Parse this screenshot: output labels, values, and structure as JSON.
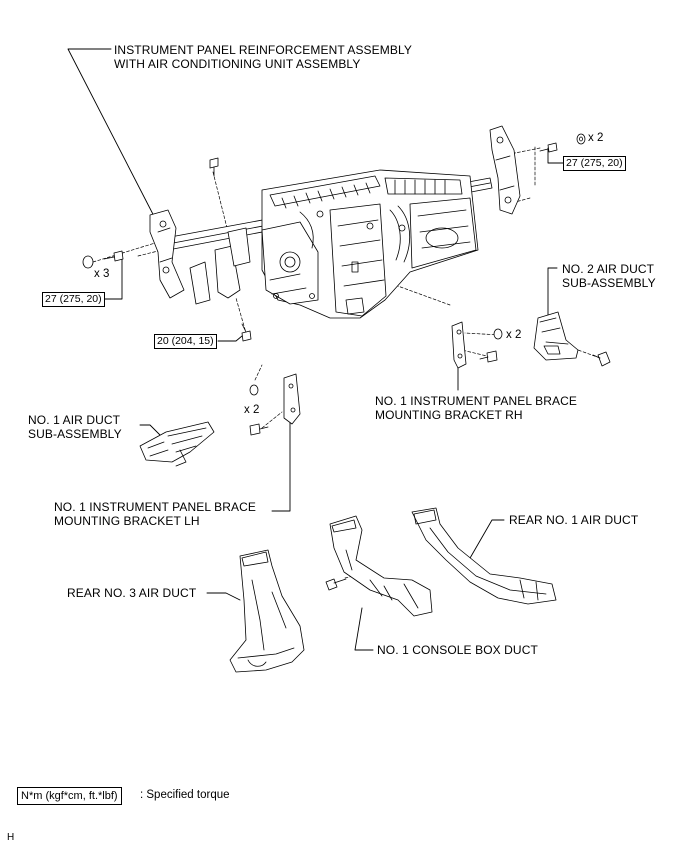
{
  "labels": {
    "ip_reinforcement_line1": "INSTRUMENT PANEL REINFORCEMENT ASSEMBLY",
    "ip_reinforcement_line2": "WITH AIR CONDITIONING UNIT ASSEMBLY",
    "no2_air_duct_line1": "NO. 2 AIR DUCT",
    "no2_air_duct_line2": "SUB-ASSEMBLY",
    "brace_rh_line1": "NO. 1 INSTRUMENT PANEL BRACE",
    "brace_rh_line2": "MOUNTING BRACKET RH",
    "no1_air_duct_line1": "NO. 1 AIR DUCT",
    "no1_air_duct_line2": "SUB-ASSEMBLY",
    "brace_lh_line1": "NO. 1 INSTRUMENT PANEL BRACE",
    "brace_lh_line2": "MOUNTING BRACKET LH",
    "rear_no1_air_duct": "REAR NO. 1 AIR DUCT",
    "rear_no3_air_duct": "REAR NO. 3 AIR DUCT",
    "no1_console_box_duct": "NO. 1 CONSOLE BOX DUCT"
  },
  "torques": {
    "right_top": "27 (275, 20)",
    "left": "27 (275, 20)",
    "center": "20 (204, 15)"
  },
  "quantities": {
    "right_top": "x 2",
    "left": "x 3",
    "rh_bracket": "x 2",
    "lh_bracket": "x 2"
  },
  "legend": {
    "unit_box": "N*m (kgf*cm, ft.*lbf)",
    "description": ": Specified torque"
  },
  "corner_code": "H"
}
